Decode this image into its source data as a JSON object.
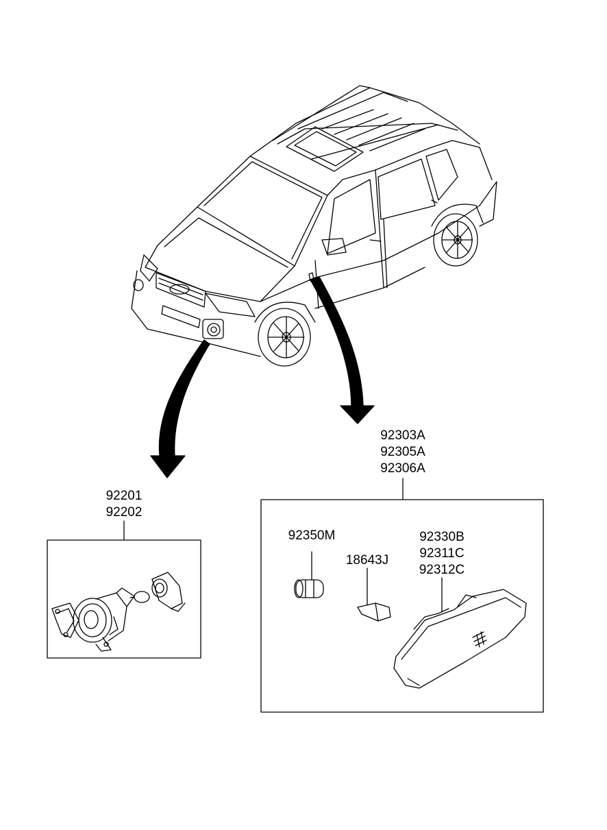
{
  "labels": {
    "fog_lamp": [
      "92201",
      "92202"
    ],
    "side_repeater_assembly": [
      "92303A",
      "92305A",
      "92306A"
    ],
    "bulb_socket": "92350M",
    "bulb": "18643J",
    "lens_housing": [
      "92330B",
      "92311C",
      "92312C"
    ]
  },
  "colors": {
    "line": "#000000",
    "background": "#ffffff"
  }
}
